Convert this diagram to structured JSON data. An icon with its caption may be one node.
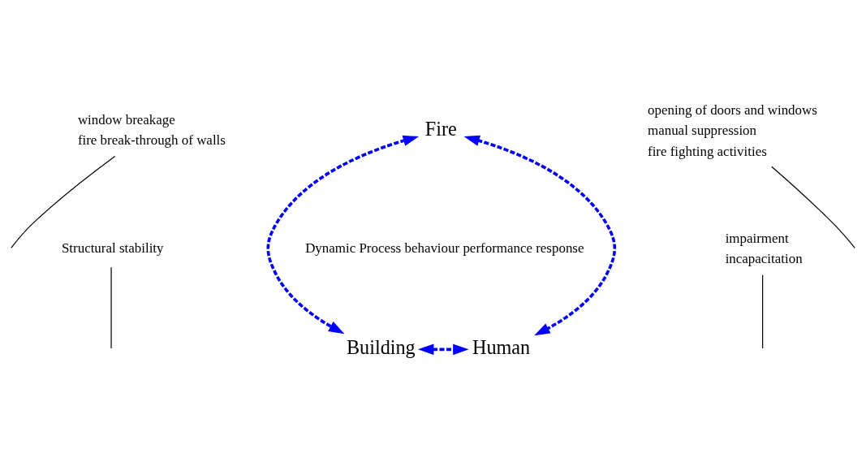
{
  "diagram": {
    "nodes": [
      {
        "text": [
          "Fire"
        ]
      },
      {
        "text": [
          "Building"
        ]
      },
      {
        "text": [
          "Human"
        ]
      },
      {
        "text": [
          "window breakage",
          "fire break-through of walls"
        ]
      },
      {
        "text": [
          "opening of doors and windows",
          "manual suppression",
          "fire fighting activities"
        ]
      },
      {
        "text": [
          "Structural stability"
        ]
      },
      {
        "text": [
          "impairment",
          "incapacitation"
        ]
      }
    ],
    "edges": [
      {
        "from": 0,
        "to": 1,
        "arrow": "both",
        "style": "dashed",
        "color": "#0000ff"
      },
      {
        "from": 0,
        "to": 2,
        "arrow": "both",
        "style": "dashed",
        "color": "#0000ff"
      },
      {
        "from": 1,
        "to": 2,
        "arrow": "both",
        "style": "dashed",
        "color": "#0000ff"
      },
      {
        "from": 3,
        "to": null,
        "arrow": "none"
      },
      {
        "from": 4,
        "to": null,
        "arrow": "none"
      },
      {
        "from": 5,
        "to": null,
        "arrow": "none"
      },
      {
        "from": 6,
        "to": null,
        "arrow": "none"
      }
    ],
    "labels": [
      "Dynamic Process behaviour performance response"
    ]
  }
}
